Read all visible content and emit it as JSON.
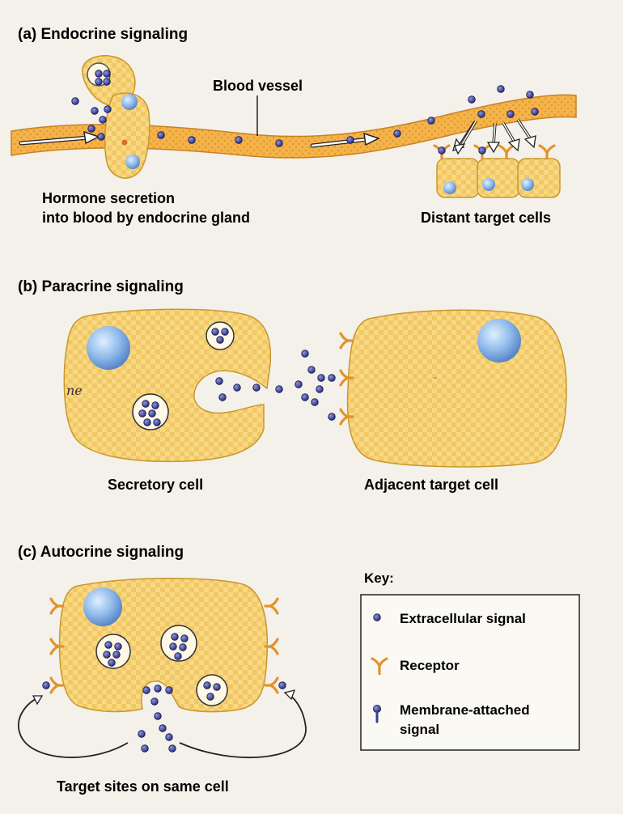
{
  "panels": {
    "a": {
      "title": "(a)  Endocrine signaling",
      "vessel_label": "Blood vessel",
      "gland_label_line1": "Hormone secretion",
      "gland_label_line2": "into blood by endocrine gland",
      "target_label": "Distant target cells"
    },
    "b": {
      "title": "(b)  Paracrine signaling",
      "secretory_label": "Secretory cell",
      "target_label": "Adjacent target cell",
      "margin_scribble": "ne"
    },
    "c": {
      "title": "(c)  Autocrine signaling",
      "target_sites_label": "Target sites on same cell"
    }
  },
  "key": {
    "heading": "Key:",
    "items": [
      {
        "icon": "extracellular-signal-icon",
        "label": "Extracellular signal"
      },
      {
        "icon": "receptor-icon",
        "label": "Receptor"
      },
      {
        "icon": "membrane-attached-signal-icon",
        "label_line1": "Membrane-attached",
        "label_line2": "signal"
      }
    ]
  },
  "colors": {
    "cell_fill": "#f7d77e",
    "vessel_fill": "#f2b24a",
    "signal": "#3b3f8f",
    "receptor": "#e8962c",
    "nucleus": "#7fa9e0"
  }
}
